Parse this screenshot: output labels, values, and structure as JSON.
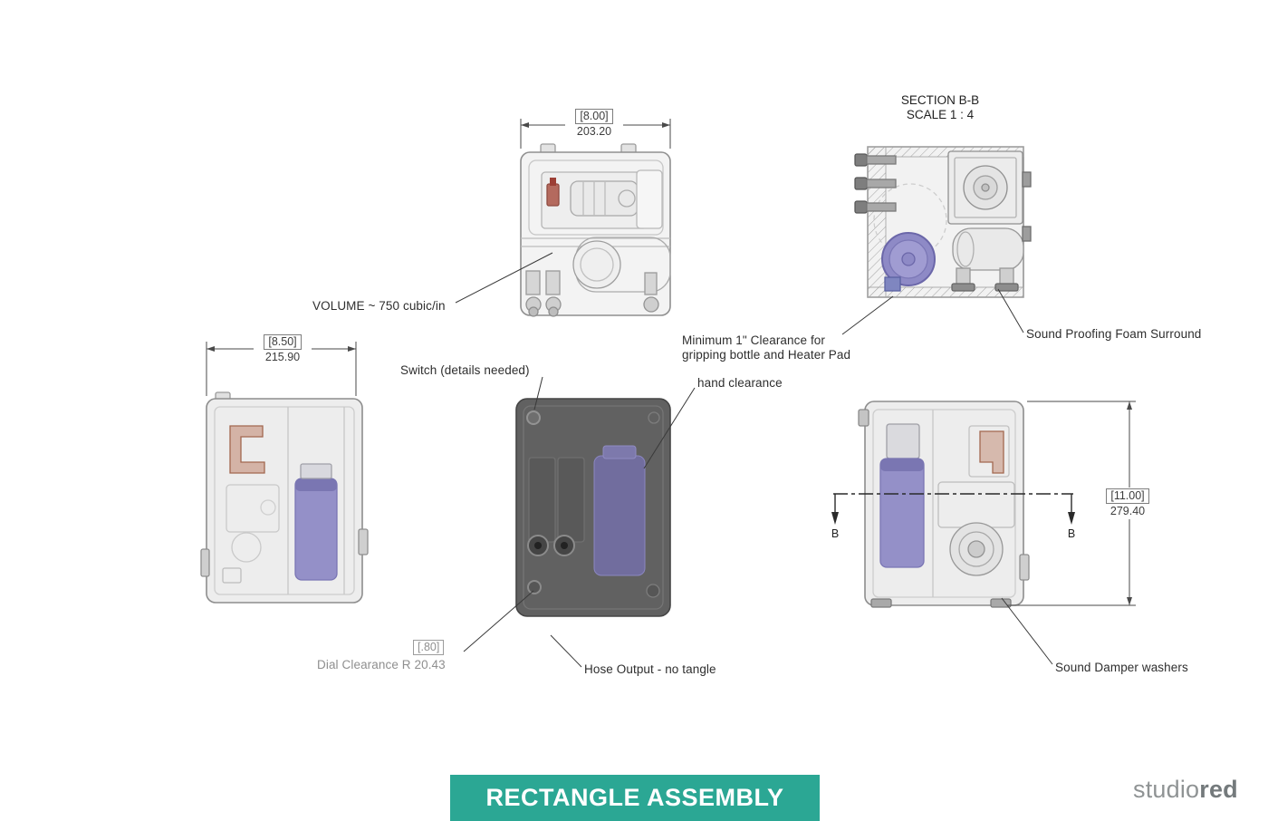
{
  "banner": {
    "title": "RECTANGLE ASSEMBLY"
  },
  "logo": {
    "studio": "studio",
    "red": "red"
  },
  "section_view": {
    "title": "SECTION B-B",
    "scale": "SCALE 1 : 4"
  },
  "labels": {
    "volume": "VOLUME ~ 750 cubic/in",
    "min_clearance_line1": "Minimum 1\" Clearance for",
    "min_clearance_line2": "gripping bottle and Heater Pad",
    "sound_proofing": "Sound Proofing Foam Surround",
    "switch": "Switch (details needed)",
    "hand_clearance": "hand clearance",
    "dial_clearance_ref": "[.80]",
    "dial_clearance": "Dial Clearance R 20.43",
    "hose_output": "Hose Output - no tangle",
    "sound_damper": "Sound Damper washers"
  },
  "dimensions": {
    "top_width": {
      "ref": "[8.00]",
      "mm": "203.20"
    },
    "side_width": {
      "ref": "[8.50]",
      "mm": "215.90"
    },
    "height": {
      "ref": "[11.00]",
      "mm": "279.40"
    }
  },
  "section_markers": {
    "left": "B",
    "right": "B"
  },
  "colors": {
    "banner_teal": "#2BA794",
    "bottle_purple": "#8C88C4",
    "copper": "#B97A60",
    "fitting_blue": "#7F86C0"
  }
}
